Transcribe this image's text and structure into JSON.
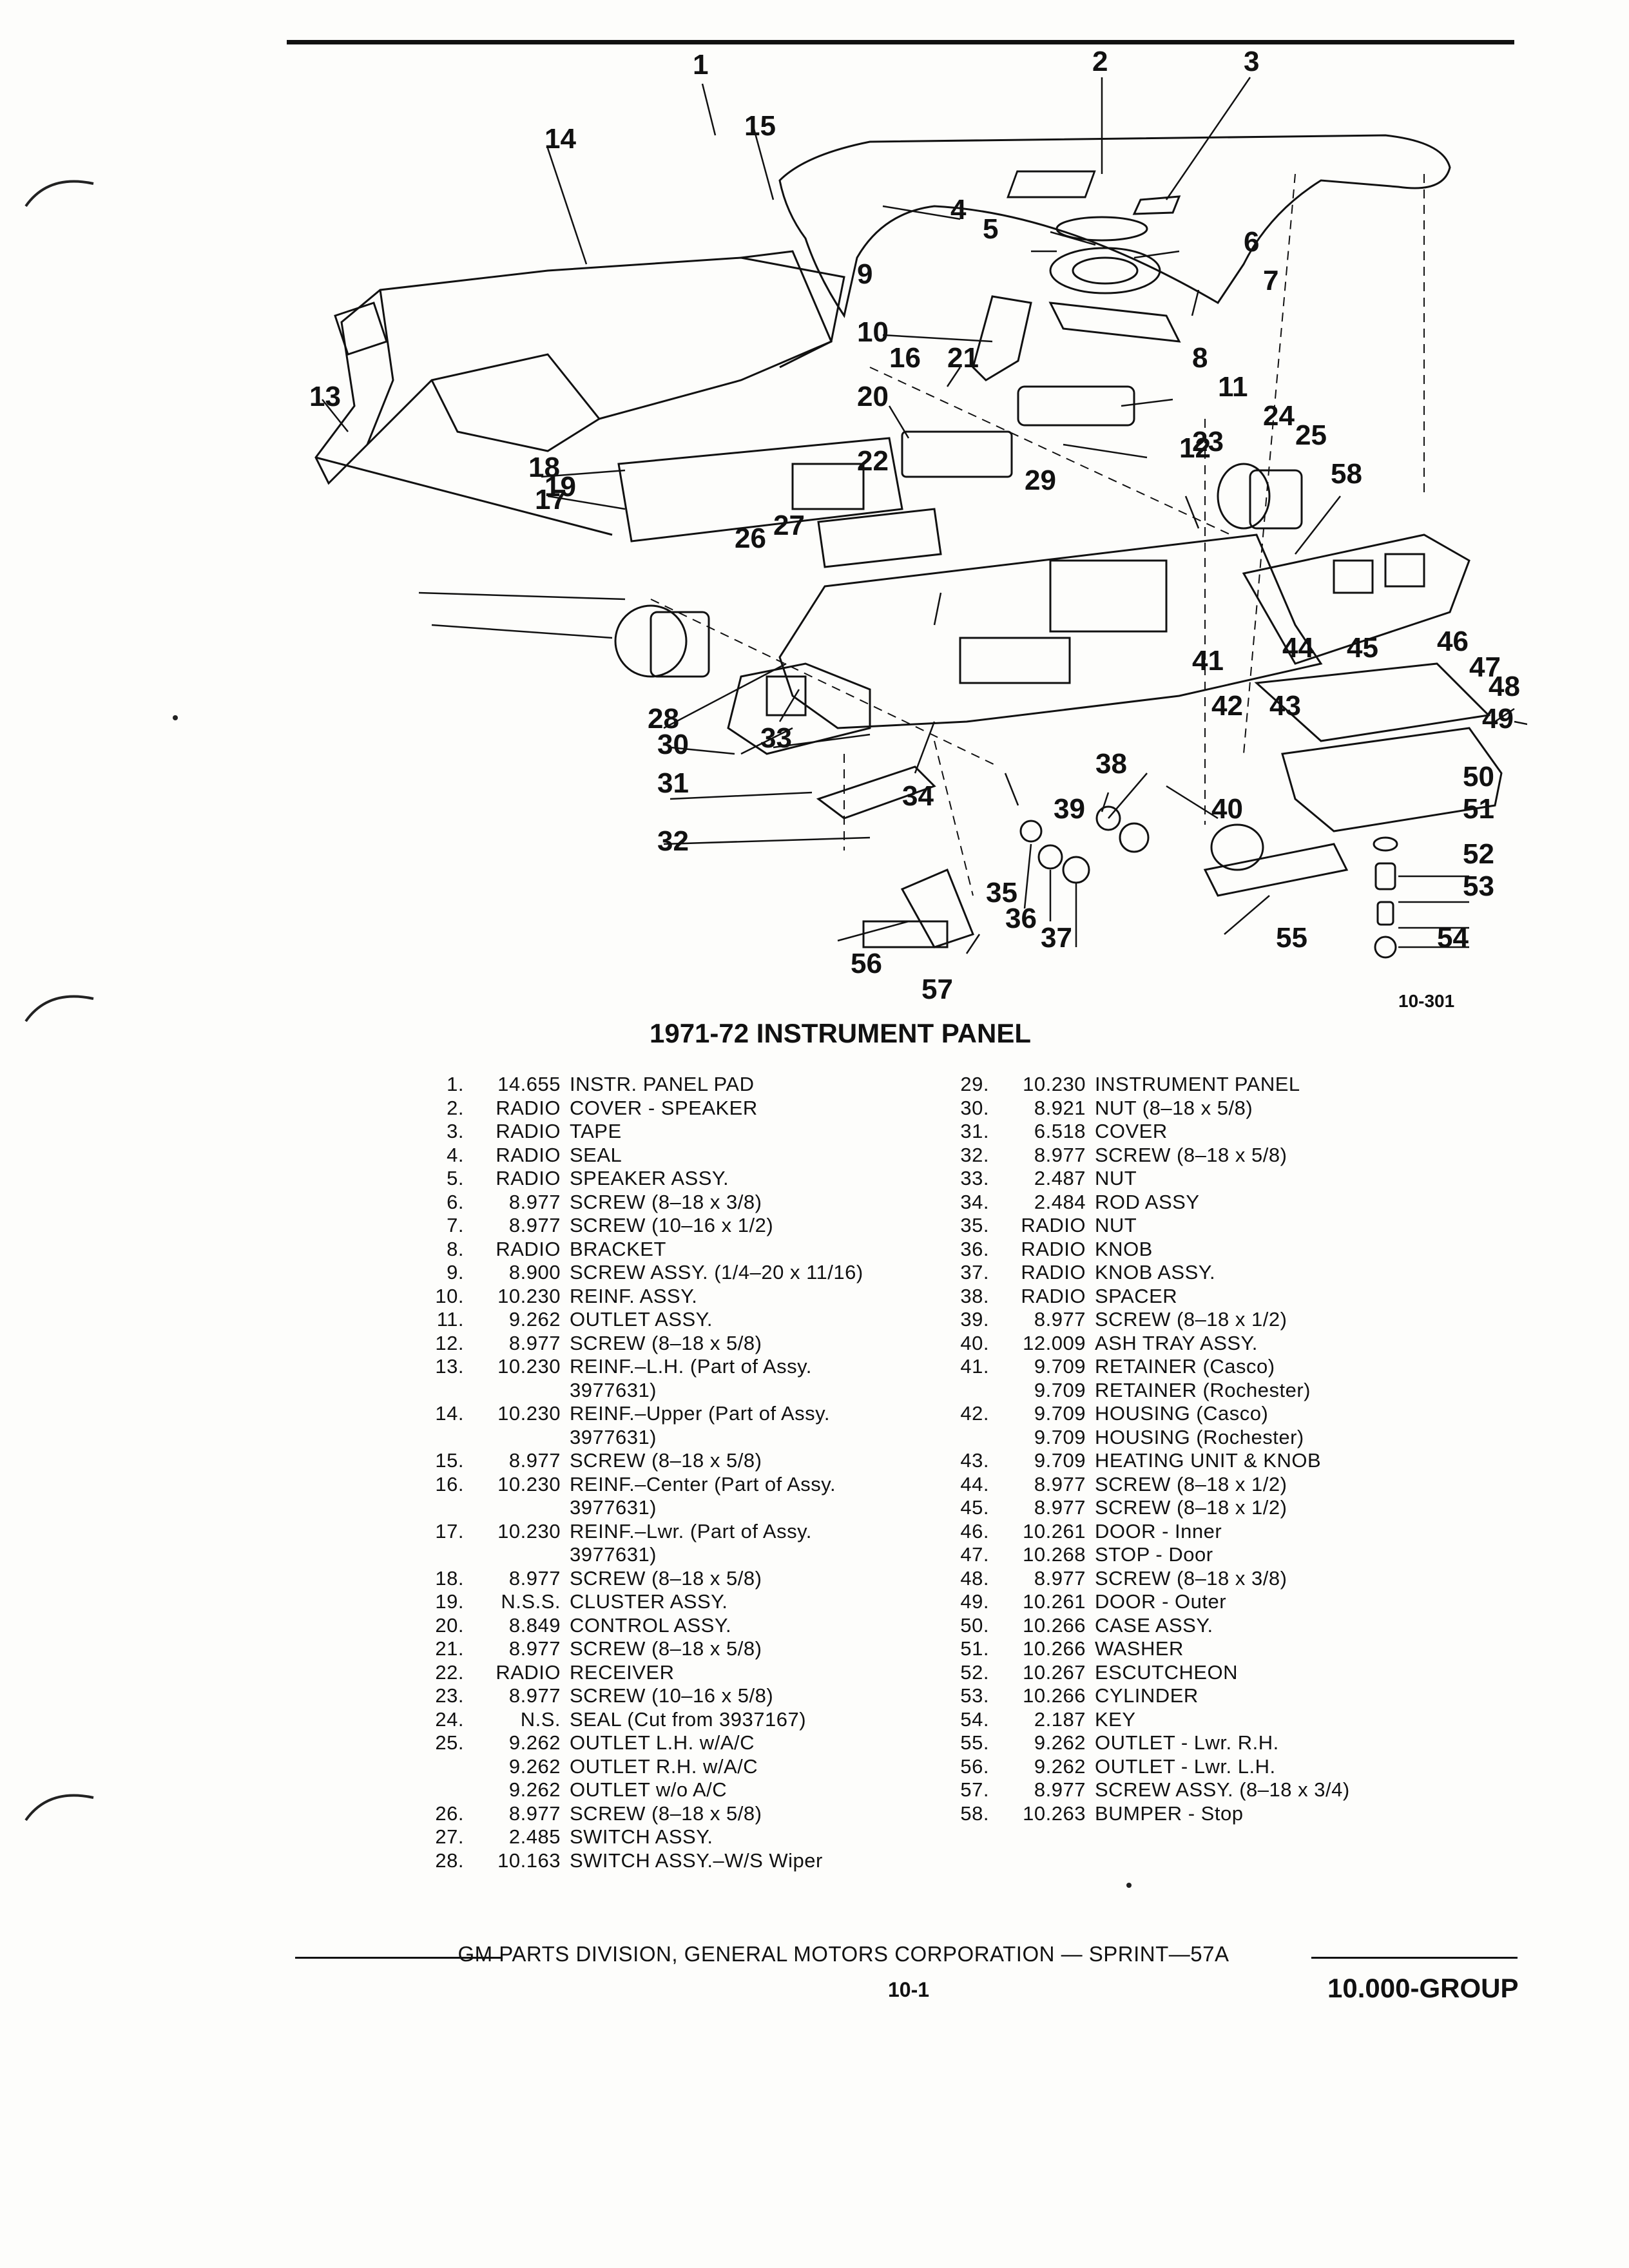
{
  "figure": {
    "code": "10-301",
    "title": "1971-72 INSTRUMENT PANEL",
    "callouts": [
      "1",
      "2",
      "3",
      "4",
      "5",
      "6",
      "7",
      "8",
      "9",
      "10",
      "11",
      "12",
      "13",
      "14",
      "15",
      "16",
      "17",
      "18",
      "19",
      "20",
      "21",
      "22",
      "23",
      "24",
      "25",
      "26",
      "27",
      "28",
      "29",
      "30",
      "31",
      "32",
      "33",
      "34",
      "35",
      "36",
      "37",
      "38",
      "39",
      "40",
      "41",
      "42",
      "43",
      "44",
      "45",
      "46",
      "47",
      "48",
      "49",
      "50",
      "51",
      "52",
      "53",
      "54",
      "55",
      "56",
      "57",
      "58"
    ]
  },
  "parts_left": [
    {
      "num": "1.",
      "code": "14.655",
      "desc": "INSTR. PANEL PAD"
    },
    {
      "num": "2.",
      "code": "RADIO",
      "desc": "COVER - SPEAKER"
    },
    {
      "num": "3.",
      "code": "RADIO",
      "desc": "TAPE"
    },
    {
      "num": "4.",
      "code": "RADIO",
      "desc": "SEAL"
    },
    {
      "num": "5.",
      "code": "RADIO",
      "desc": "SPEAKER ASSY."
    },
    {
      "num": "6.",
      "code": "8.977",
      "desc": "SCREW (8–18 x 3/8)"
    },
    {
      "num": "7.",
      "code": "8.977",
      "desc": "SCREW (10–16 x 1/2)"
    },
    {
      "num": "8.",
      "code": "RADIO",
      "desc": "BRACKET"
    },
    {
      "num": "9.",
      "code": "8.900",
      "desc": "SCREW ASSY. (1/4–20 x 11/16)"
    },
    {
      "num": "10.",
      "code": "10.230",
      "desc": "REINF. ASSY."
    },
    {
      "num": "11.",
      "code": "9.262",
      "desc": "OUTLET ASSY."
    },
    {
      "num": "12.",
      "code": "8.977",
      "desc": "SCREW (8–18 x 5/8)"
    },
    {
      "num": "13.",
      "code": "10.230",
      "desc": "REINF.–L.H. (Part of Assy."
    },
    {
      "num": "",
      "code": "",
      "desc": "3977631)"
    },
    {
      "num": "14.",
      "code": "10.230",
      "desc": "REINF.–Upper (Part of Assy."
    },
    {
      "num": "",
      "code": "",
      "desc": "3977631)"
    },
    {
      "num": "15.",
      "code": "8.977",
      "desc": "SCREW (8–18 x 5/8)"
    },
    {
      "num": "16.",
      "code": "10.230",
      "desc": "REINF.–Center (Part of Assy."
    },
    {
      "num": "",
      "code": "",
      "desc": "3977631)"
    },
    {
      "num": "17.",
      "code": "10.230",
      "desc": "REINF.–Lwr. (Part of Assy."
    },
    {
      "num": "",
      "code": "",
      "desc": "3977631)"
    },
    {
      "num": "18.",
      "code": "8.977",
      "desc": "SCREW (8–18 x 5/8)"
    },
    {
      "num": "19.",
      "code": "N.S.S.",
      "desc": "CLUSTER ASSY."
    },
    {
      "num": "20.",
      "code": "8.849",
      "desc": "CONTROL ASSY."
    },
    {
      "num": "21.",
      "code": "8.977",
      "desc": "SCREW (8–18 x 5/8)"
    },
    {
      "num": "22.",
      "code": "RADIO",
      "desc": "RECEIVER"
    },
    {
      "num": "23.",
      "code": "8.977",
      "desc": "SCREW (10–16 x 5/8)"
    },
    {
      "num": "24.",
      "code": "N.S.",
      "desc": "SEAL (Cut from 3937167)"
    },
    {
      "num": "25.",
      "code": "9.262",
      "desc": "OUTLET L.H. w/A/C"
    },
    {
      "num": "",
      "code": "9.262",
      "desc": "OUTLET R.H. w/A/C"
    },
    {
      "num": "",
      "code": "9.262",
      "desc": "OUTLET w/o A/C"
    },
    {
      "num": "26.",
      "code": "8.977",
      "desc": "SCREW (8–18 x 5/8)"
    },
    {
      "num": "27.",
      "code": "2.485",
      "desc": "SWITCH ASSY."
    },
    {
      "num": "28.",
      "code": "10.163",
      "desc": "SWITCH ASSY.–W/S Wiper"
    }
  ],
  "parts_right": [
    {
      "num": "29.",
      "code": "10.230",
      "desc": "INSTRUMENT PANEL"
    },
    {
      "num": "30.",
      "code": "8.921",
      "desc": "NUT (8–18 x 5/8)"
    },
    {
      "num": "31.",
      "code": "6.518",
      "desc": "COVER"
    },
    {
      "num": "32.",
      "code": "8.977",
      "desc": "SCREW (8–18 x 5/8)"
    },
    {
      "num": "33.",
      "code": "2.487",
      "desc": "NUT"
    },
    {
      "num": "34.",
      "code": "2.484",
      "desc": "ROD ASSY"
    },
    {
      "num": "35.",
      "code": "RADIO",
      "desc": "NUT"
    },
    {
      "num": "36.",
      "code": "RADIO",
      "desc": "KNOB"
    },
    {
      "num": "37.",
      "code": "RADIO",
      "desc": "KNOB ASSY."
    },
    {
      "num": "38.",
      "code": "RADIO",
      "desc": "SPACER"
    },
    {
      "num": "39.",
      "code": "8.977",
      "desc": "SCREW (8–18 x 1/2)"
    },
    {
      "num": "40.",
      "code": "12.009",
      "desc": "ASH TRAY ASSY."
    },
    {
      "num": "41.",
      "code": "9.709",
      "desc": "RETAINER (Casco)"
    },
    {
      "num": "",
      "code": "9.709",
      "desc": "RETAINER (Rochester)"
    },
    {
      "num": "42.",
      "code": "9.709",
      "desc": "HOUSING (Casco)"
    },
    {
      "num": "",
      "code": "9.709",
      "desc": "HOUSING (Rochester)"
    },
    {
      "num": "43.",
      "code": "9.709",
      "desc": "HEATING UNIT & KNOB"
    },
    {
      "num": "44.",
      "code": "8.977",
      "desc": "SCREW (8–18 x 1/2)"
    },
    {
      "num": "45.",
      "code": "8.977",
      "desc": "SCREW (8–18 x 1/2)"
    },
    {
      "num": "46.",
      "code": "10.261",
      "desc": "DOOR - Inner"
    },
    {
      "num": "47.",
      "code": "10.268",
      "desc": "STOP - Door"
    },
    {
      "num": "48.",
      "code": "8.977",
      "desc": "SCREW (8–18 x 3/8)"
    },
    {
      "num": "49.",
      "code": "10.261",
      "desc": "DOOR - Outer"
    },
    {
      "num": "50.",
      "code": "10.266",
      "desc": "CASE ASSY."
    },
    {
      "num": "51.",
      "code": "10.266",
      "desc": "WASHER"
    },
    {
      "num": "52.",
      "code": "10.267",
      "desc": "ESCUTCHEON"
    },
    {
      "num": "53.",
      "code": "10.266",
      "desc": "CYLINDER"
    },
    {
      "num": "54.",
      "code": "2.187",
      "desc": "KEY"
    },
    {
      "num": "55.",
      "code": "9.262",
      "desc": "OUTLET - Lwr. R.H."
    },
    {
      "num": "56.",
      "code": "9.262",
      "desc": "OUTLET - Lwr. L.H."
    },
    {
      "num": "57.",
      "code": "8.977",
      "desc": "SCREW ASSY. (8–18 x 3/4)"
    },
    {
      "num": "58.",
      "code": "10.263",
      "desc": "BUMPER - Stop"
    }
  ],
  "footer": {
    "text": "GM PARTS DIVISION, GENERAL MOTORS CORPORATION — SPRINT—57A",
    "page": "10-1",
    "group": "10.000-GROUP"
  }
}
